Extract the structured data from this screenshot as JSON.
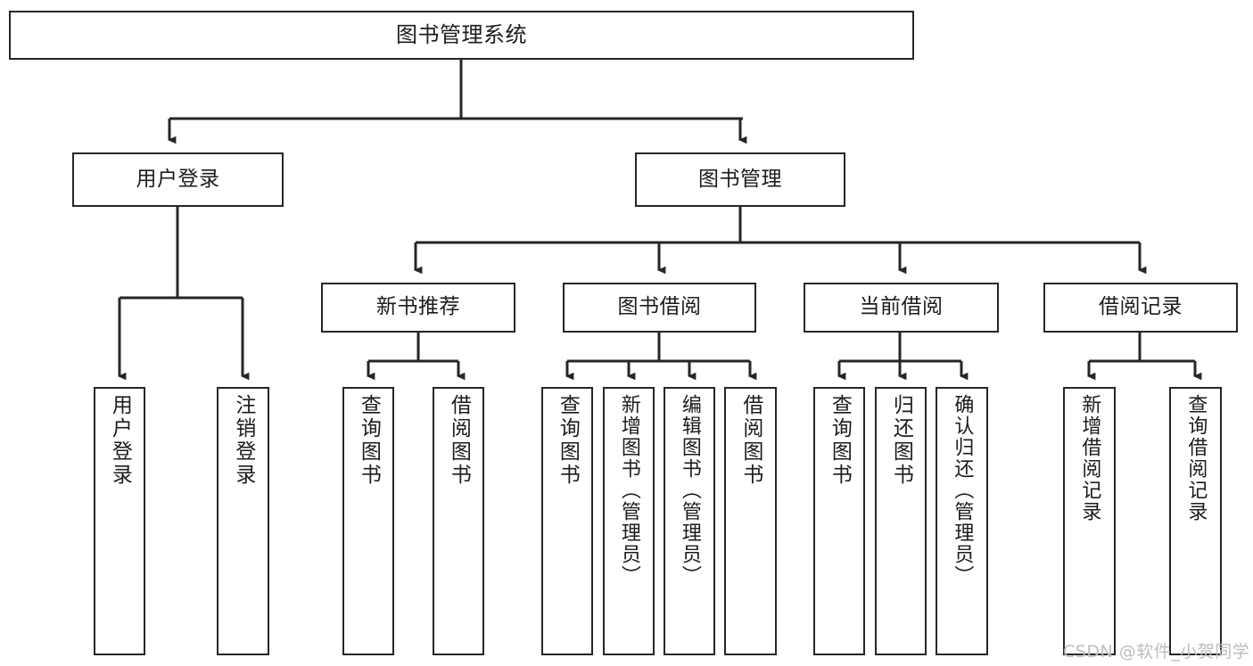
{
  "diagram": {
    "type": "tree-hierarchy",
    "title": "图书管理系统",
    "root": {
      "label": "图书管理系统",
      "orientation": "horizontal"
    },
    "level2": [
      {
        "label": "用户登录",
        "orientation": "horizontal"
      },
      {
        "label": "图书管理",
        "orientation": "horizontal"
      }
    ],
    "level3": [
      {
        "label": "新书推荐",
        "orientation": "horizontal",
        "parent": "图书管理"
      },
      {
        "label": "图书借阅",
        "orientation": "horizontal",
        "parent": "图书管理"
      },
      {
        "label": "当前借阅",
        "orientation": "horizontal",
        "parent": "图书管理"
      },
      {
        "label": "借阅记录",
        "orientation": "horizontal",
        "parent": "图书管理"
      }
    ],
    "leaves": {
      "user_login": [
        {
          "label": "用户登录",
          "orientation": "vertical"
        },
        {
          "label": "注销登录",
          "orientation": "vertical"
        }
      ],
      "new_book_recommend": [
        {
          "label": "查询图书",
          "orientation": "vertical"
        },
        {
          "label": "借阅图书",
          "orientation": "vertical"
        }
      ],
      "book_borrow": [
        {
          "label": "查询图书",
          "orientation": "vertical"
        },
        {
          "label": "新增图书（管理员）",
          "orientation": "vertical"
        },
        {
          "label": "编辑图书（管理员）",
          "orientation": "vertical"
        },
        {
          "label": "借阅图书",
          "orientation": "vertical"
        }
      ],
      "current_borrow": [
        {
          "label": "查询图书",
          "orientation": "vertical"
        },
        {
          "label": "归还图书",
          "orientation": "vertical"
        },
        {
          "label": "确认归还（管理员）",
          "orientation": "vertical"
        }
      ],
      "borrow_record": [
        {
          "label": "新增借阅记录",
          "orientation": "vertical"
        },
        {
          "label": "查询借阅记录",
          "orientation": "vertical"
        }
      ]
    }
  },
  "watermark": {
    "text": "CSDN @软件_小贺同学"
  },
  "colors": {
    "stroke": "#262626",
    "box_fill": "#ffffff",
    "text": "#1c1c1c",
    "background": "#ffffff",
    "watermark": "#bdbdbd"
  }
}
